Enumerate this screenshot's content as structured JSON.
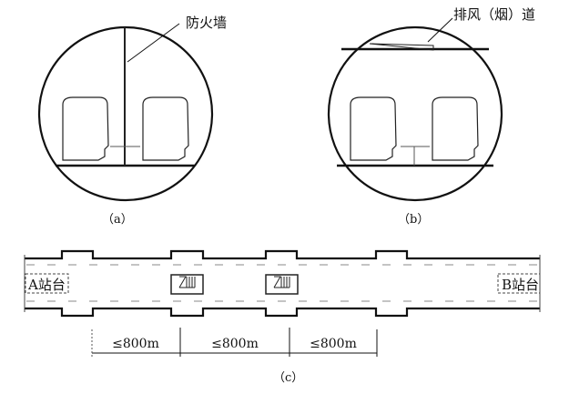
{
  "panel_a": {
    "label": "（a）",
    "callout": "防火墙"
  },
  "panel_b": {
    "label": "（b）",
    "callout": "排风（烟）道"
  },
  "panel_c": {
    "label": "（c）",
    "station_a": "A站台",
    "station_b": "B站台",
    "dimensions": [
      "≤800m",
      "≤800m",
      "≤800m"
    ]
  }
}
